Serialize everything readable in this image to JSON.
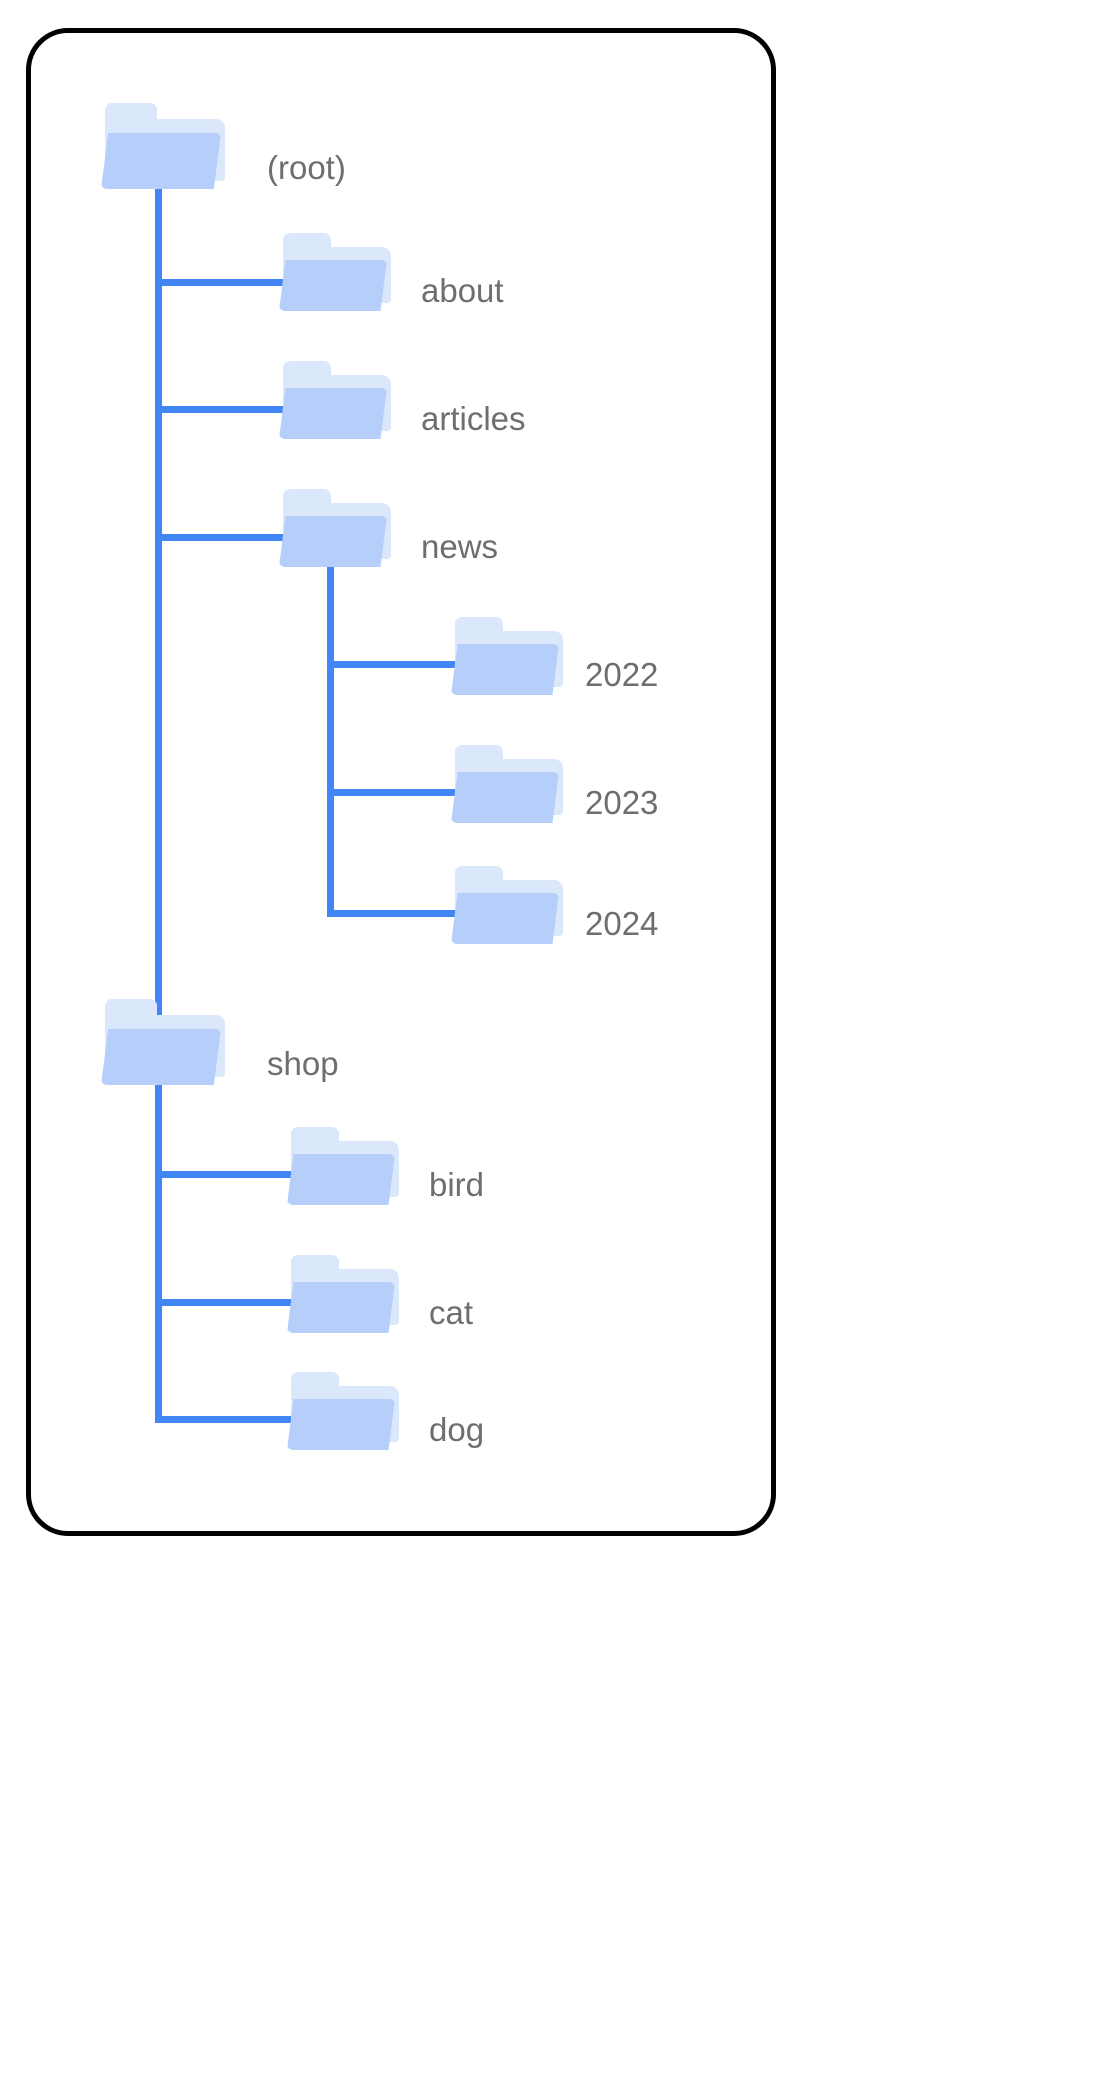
{
  "diagram": {
    "type": "folder-tree",
    "title": "",
    "background_color": "#ffffff",
    "card_border_color": "#000000",
    "edge_color": "#4285f4",
    "folder_back_color": "#dbe7fb",
    "folder_front_color": "#b6cffa",
    "label_color": "#6e6e6e",
    "nodes": [
      {
        "id": "root",
        "label": "(root)",
        "depth": 0
      },
      {
        "id": "about",
        "label": "about",
        "depth": 1
      },
      {
        "id": "articles",
        "label": "articles",
        "depth": 1
      },
      {
        "id": "news",
        "label": "news",
        "depth": 1
      },
      {
        "id": "news2022",
        "label": "2022",
        "depth": 2
      },
      {
        "id": "news2023",
        "label": "2023",
        "depth": 2
      },
      {
        "id": "news2024",
        "label": "2024",
        "depth": 2
      },
      {
        "id": "shop",
        "label": "shop",
        "depth": 1
      },
      {
        "id": "bird",
        "label": "bird",
        "depth": 2
      },
      {
        "id": "cat",
        "label": "cat",
        "depth": 2
      },
      {
        "id": "dog",
        "label": "dog",
        "depth": 2
      }
    ]
  }
}
